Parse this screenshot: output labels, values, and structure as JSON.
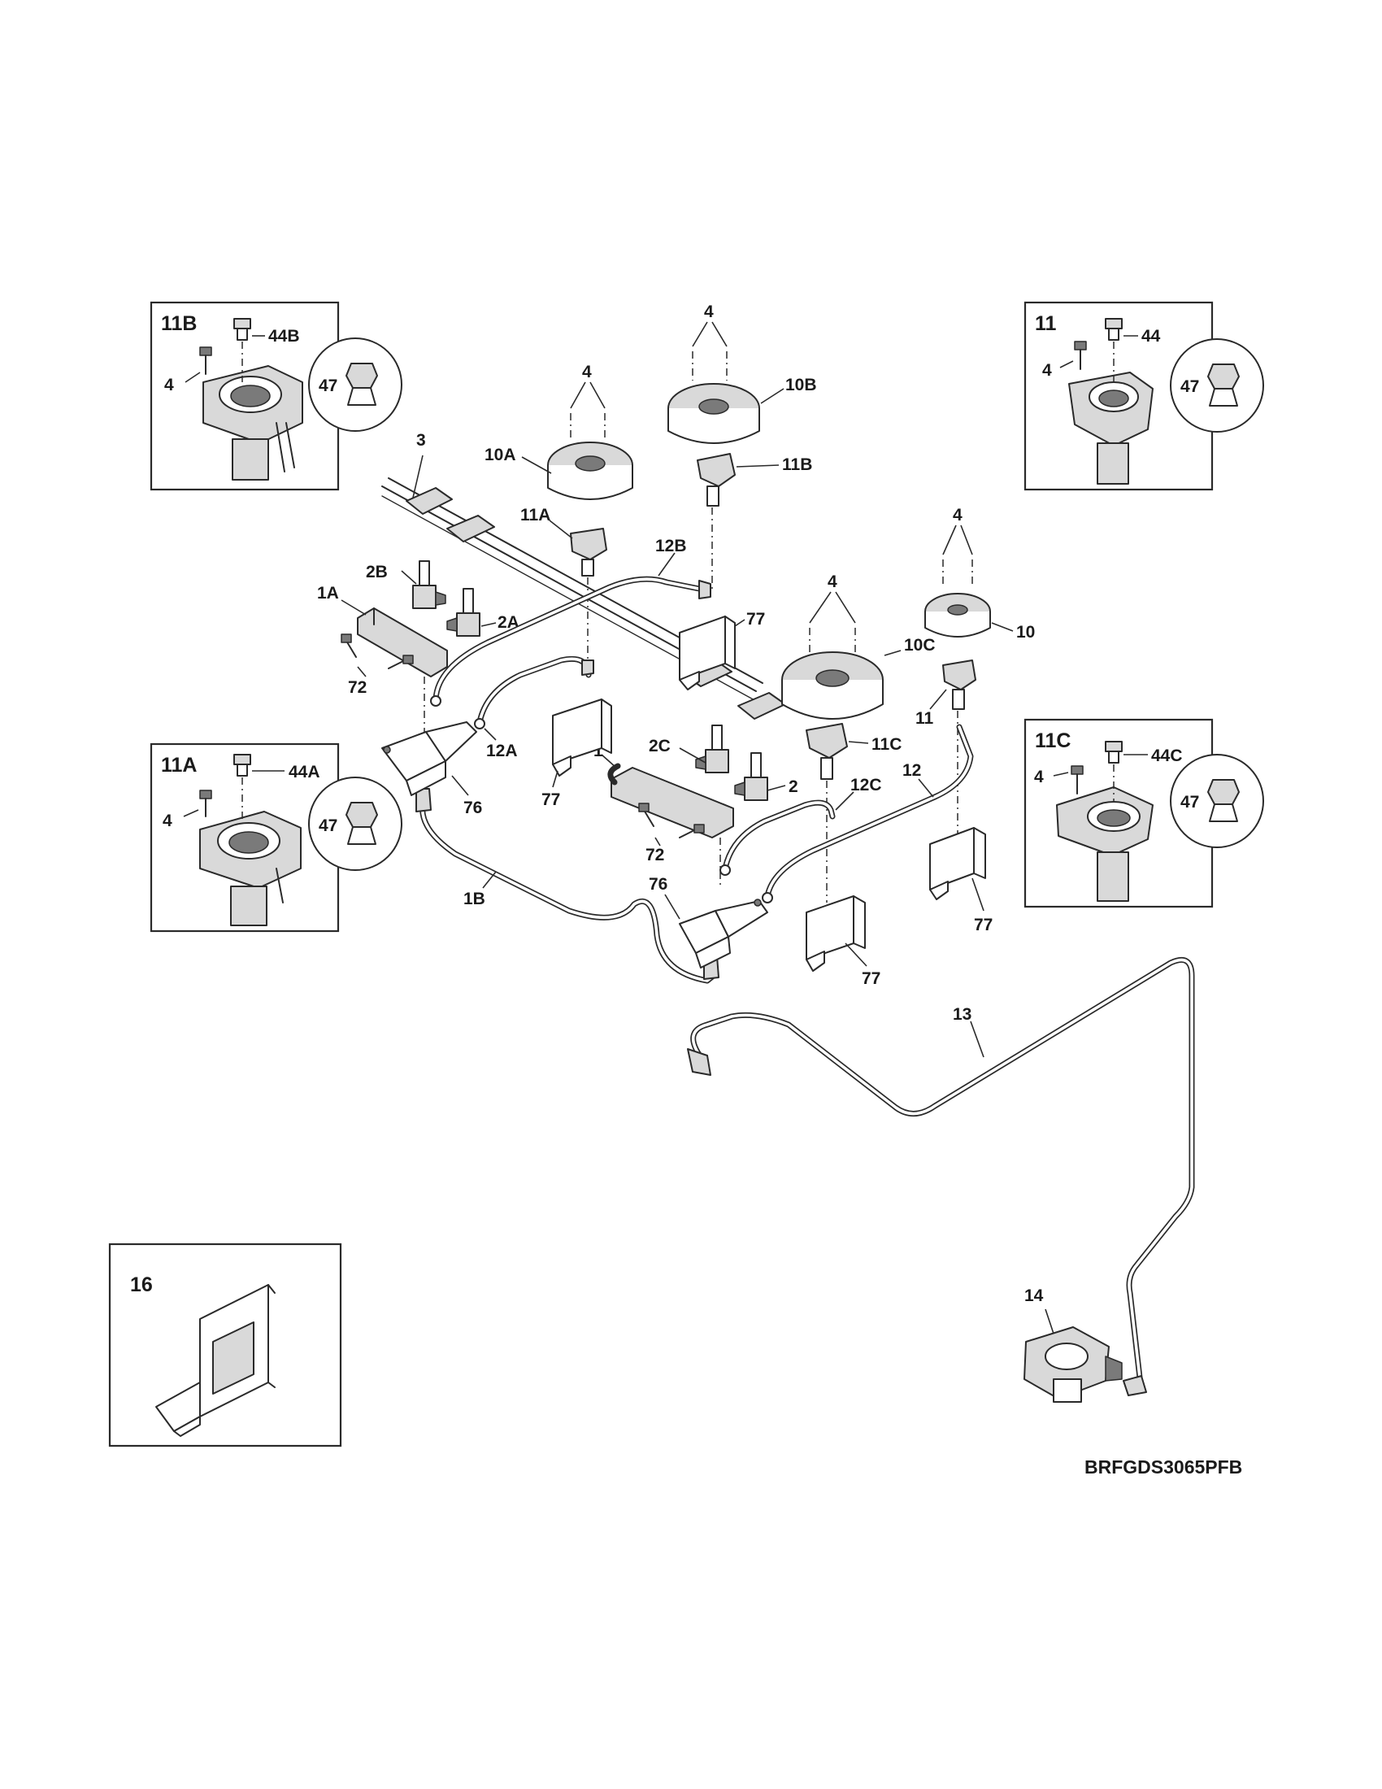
{
  "diagram_code": "BRFGDS3065PFB",
  "inset_titles": {
    "inset_11b": "11B",
    "inset_11": "11",
    "inset_11a": "11A",
    "inset_11c": "11C",
    "inset_16": "16"
  },
  "callouts": {
    "screw_4": "4",
    "screw_44b": "44B",
    "screw_44": "44",
    "screw_44a": "44A",
    "screw_44c": "44C",
    "detail_47": "47",
    "manifold_3": "3",
    "cap_10a": "10A",
    "cap_10b": "10B",
    "cap_10c": "10C",
    "cap_10": "10",
    "base_11a": "11A",
    "base_11b": "11B",
    "base_11c": "11C",
    "base_11": "11",
    "tube_12b": "12B",
    "tube_12a": "12A",
    "tube_12c": "12C",
    "tube_12": "12",
    "valve_2b": "2B",
    "valve_2a": "2A",
    "valve_2c": "2C",
    "valve_2": "2",
    "bar_1a": "1A",
    "bar_1": "1",
    "tube_1b": "1B",
    "screw_72": "72",
    "bracket_76": "76",
    "bracket_77": "77",
    "tube_13": "13",
    "regulator_14": "14"
  }
}
